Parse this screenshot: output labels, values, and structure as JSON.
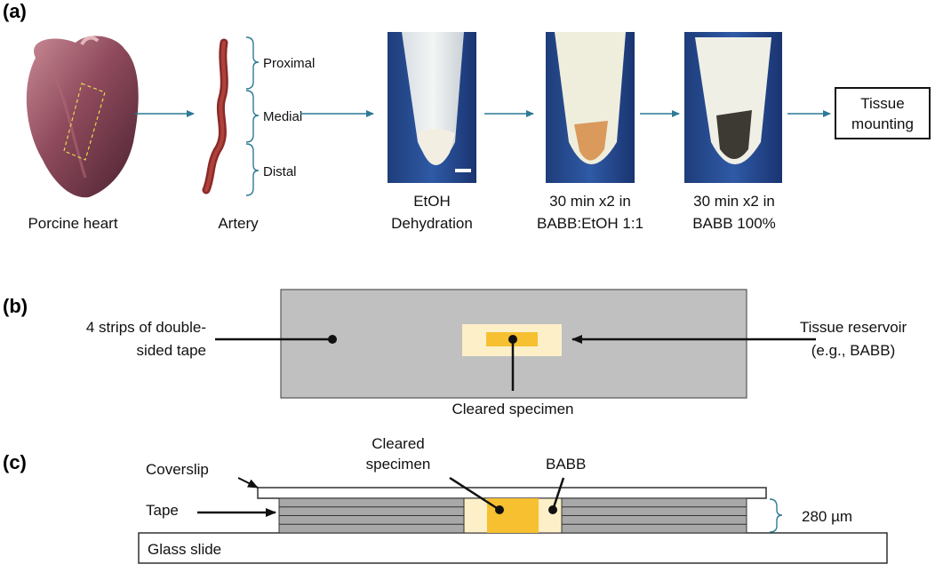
{
  "panel_a": {
    "label": "(a)",
    "steps": [
      {
        "caption_lines": [
          "Porcine heart"
        ]
      },
      {
        "caption_lines": [
          "Artery"
        ]
      },
      {
        "caption_lines": [
          "EtOH",
          "Dehydration"
        ]
      },
      {
        "caption_lines": [
          "30 min x2 in",
          "BABB:EtOH 1:1"
        ]
      },
      {
        "caption_lines": [
          "30 min x2 in",
          "BABB 100%"
        ]
      }
    ],
    "segments": [
      "Proximal",
      "Medial",
      "Distal"
    ],
    "final_box_lines": [
      "Tissue",
      "mounting"
    ]
  },
  "panel_b": {
    "label": "(b)",
    "left_label_lines": [
      "4 strips of double-",
      "sided tape"
    ],
    "right_label_lines": [
      "Tissue reservoir",
      "(e.g., BABB)"
    ],
    "bottom_label": "Cleared specimen"
  },
  "panel_c": {
    "label": "(c)",
    "coverslip": "Coverslip",
    "tape": "Tape",
    "specimen_lines": [
      "Cleared",
      "specimen"
    ],
    "babb": "BABB",
    "thickness": "280 µm",
    "glass_slide": "Glass slide"
  },
  "colors": {
    "arrow": "#2d7a96",
    "slide_gray": "#c0c0c0",
    "reservoir": "#fdf0c8",
    "specimen": "#f6c030"
  }
}
